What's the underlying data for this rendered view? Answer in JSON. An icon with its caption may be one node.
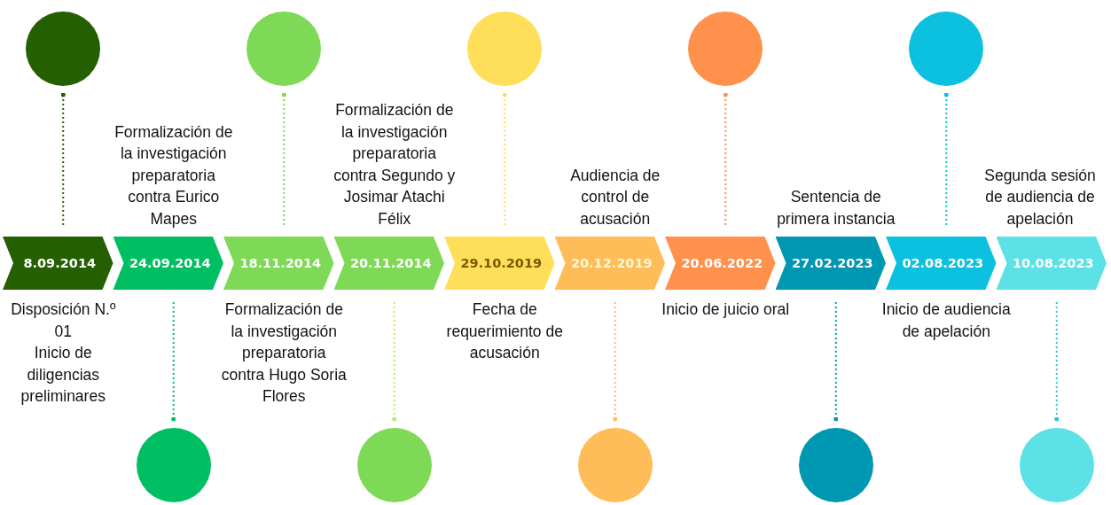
{
  "diagram": {
    "nodes": [
      {
        "text": [
          "8.09.2014"
        ],
        "beside": [
          "Disposición N.º 01",
          "Inicio de diligencias preliminares"
        ]
      },
      {
        "text": [
          "24.09.2014"
        ],
        "beside": [
          "Formalización de la investigación preparatoria contra Eurico Mapes"
        ]
      },
      {
        "text": [
          "18.11.2014"
        ],
        "beside": [
          "Formalización de la investigación preparatoria contra Hugo Soria Flores"
        ]
      },
      {
        "text": [
          "20.11.2014"
        ],
        "beside": [
          "Formalización de la investigación preparatoria contra Segundo y Josimar Atachi Félix"
        ]
      },
      {
        "text": [
          "29.10.2019"
        ],
        "beside": [
          "Fecha de requerimiento de acusación"
        ]
      },
      {
        "text": [
          "20.12.2019"
        ],
        "beside": [
          "Audiencia de control de acusación"
        ]
      },
      {
        "text": [
          "20.06.2022"
        ],
        "beside": [
          "Inicio de juicio oral"
        ]
      },
      {
        "text": [
          "27.02.2023"
        ],
        "beside": [
          "Sentencia de primera instancia"
        ]
      },
      {
        "text": [
          "02.08.2023"
        ],
        "beside": [
          "Inicio de audiencia de apelación"
        ]
      },
      {
        "text": [
          "10.08.2023"
        ],
        "beside": [
          "Segunda sesión de audiencia de apelación"
        ]
      },
      {
        "text": [],
        "shape": "circle"
      },
      {
        "text": [],
        "shape": "circle"
      },
      {
        "text": [],
        "shape": "circle"
      },
      {
        "text": [],
        "shape": "circle"
      },
      {
        "text": [],
        "shape": "circle"
      },
      {
        "text": [],
        "shape": "circle"
      },
      {
        "text": [],
        "shape": "circle"
      },
      {
        "text": [],
        "shape": "circle"
      },
      {
        "text": [],
        "shape": "circle"
      },
      {
        "text": [],
        "shape": "circle"
      }
    ],
    "edges": [
      {
        "from": 10,
        "to": 0,
        "arrow": "other",
        "style": "dashed",
        "color": "#246001"
      },
      {
        "from": 11,
        "to": 1,
        "arrow": "other",
        "style": "dashed",
        "color": "#00bf63"
      },
      {
        "from": 12,
        "to": 2,
        "arrow": "other",
        "style": "dashed",
        "color": "#7ed957"
      },
      {
        "from": 13,
        "to": 3,
        "arrow": "other",
        "style": "dashed",
        "color": "#b5f25a"
      },
      {
        "from": 14,
        "to": 4,
        "arrow": "other",
        "style": "dashed",
        "color": "#ffde59"
      },
      {
        "from": 15,
        "to": 5,
        "arrow": "other",
        "style": "dashed",
        "color": "#ffbd59"
      },
      {
        "from": 16,
        "to": 6,
        "arrow": "other",
        "style": "dashed",
        "color": "#ff914d"
      },
      {
        "from": 17,
        "to": 7,
        "arrow": "other",
        "style": "dashed",
        "color": "#0097b2"
      },
      {
        "from": 18,
        "to": 8,
        "arrow": "other",
        "style": "dashed",
        "color": "#0cc0df"
      },
      {
        "from": 19,
        "to": 9,
        "arrow": "other",
        "style": "dashed",
        "color": "#2ec4de"
      }
    ]
  }
}
